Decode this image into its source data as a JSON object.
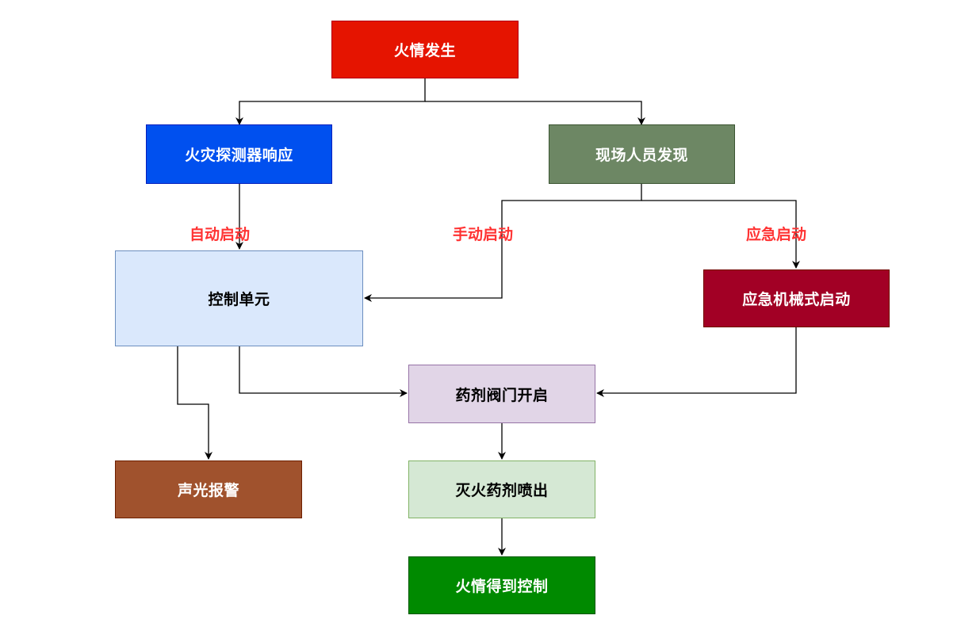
{
  "nodes": {
    "fire": {
      "label": "火情发生",
      "fill": "#e51400",
      "border": "#b20000"
    },
    "detector": {
      "label": "火灾探测器响应",
      "fill": "#0050ef",
      "border": "#001dbc"
    },
    "personnel": {
      "label": "现场人员发现",
      "fill": "#6d8764",
      "border": "#3a5431"
    },
    "control": {
      "label": "控制单元",
      "fill": "#dae8fc",
      "border": "#6c8ebf"
    },
    "emergency_mech": {
      "label": "应急机械式启动",
      "fill": "#a20025",
      "border": "#6f0000"
    },
    "valve": {
      "label": "药剂阀门开启",
      "fill": "#e1d5e7",
      "border": "#9673a6"
    },
    "alarm": {
      "label": "声光报警",
      "fill": "#a0522d",
      "border": "#6d1f00"
    },
    "spray": {
      "label": "灭火药剂喷出",
      "fill": "#d5e8d4",
      "border": "#82b366"
    },
    "controlled": {
      "label": "火情得到控制",
      "fill": "#008a00",
      "border": "#005700"
    }
  },
  "edge_labels": {
    "auto": "自动启动",
    "manual": "手动启动",
    "emergency": "应急启动"
  },
  "edge_label_color": "#ff3333",
  "edge_color": "#000000"
}
